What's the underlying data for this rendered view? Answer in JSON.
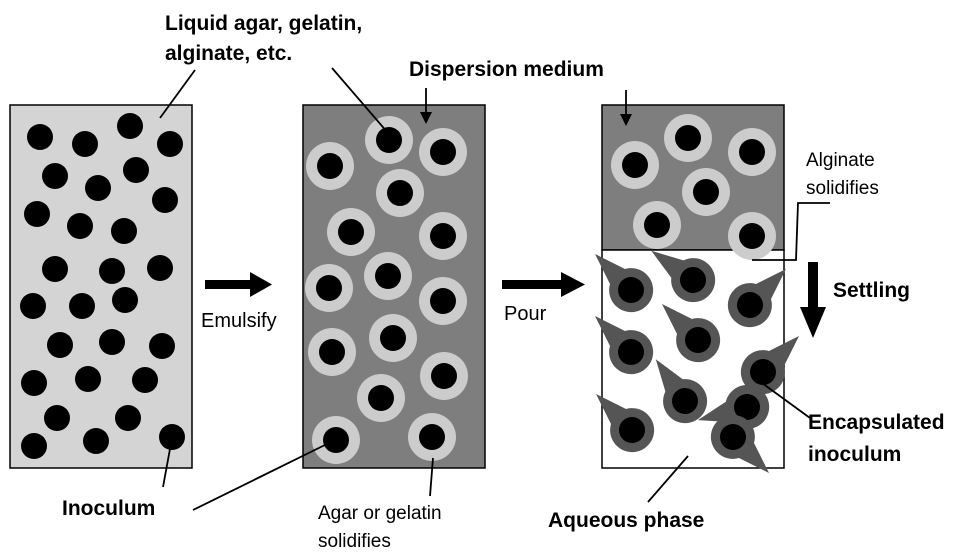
{
  "labels": {
    "liquid_line1": "Liquid agar, gelatin,",
    "liquid_line2": "alginate, etc.",
    "dispersion_medium": "Dispersion medium",
    "emulsify": "Emulsify",
    "pour": "Pour",
    "alginate_line1": "Alginate",
    "alginate_line2": "solidifies",
    "settling": "Settling",
    "inoculum": "Inoculum",
    "agar_line1": "Agar or gelatin",
    "agar_line2": "solidifies",
    "aqueous_phase": "Aqueous phase",
    "encapsulated_line1": "Encapsulated",
    "encapsulated_line2": "inoculum"
  },
  "colors": {
    "light_fill": "#d4d4d4",
    "medium_fill": "#7e7e7e",
    "capsule_ring": "#cccccc",
    "dark_capsule": "#555555",
    "inoculum_dot": "#000000",
    "aqueous_fill": "#ffffff"
  }
}
